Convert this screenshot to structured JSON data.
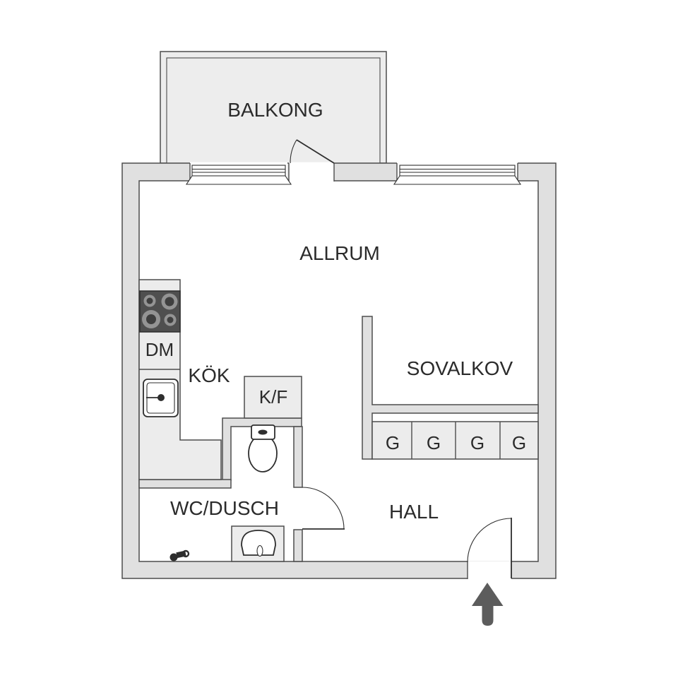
{
  "rooms": {
    "balcony": {
      "label": "BALKONG"
    },
    "living_room": {
      "label": "ALLRUM"
    },
    "kitchen": {
      "label": "KÖK"
    },
    "sleeping_alcove": {
      "label": "SOVALKOV"
    },
    "bathroom": {
      "label": "WC/DUSCH"
    },
    "hall": {
      "label": "HALL"
    }
  },
  "fixtures": {
    "dishwasher": {
      "label": "DM"
    },
    "fridge_freezer": {
      "label": "K/F"
    },
    "wardrobes": {
      "units": [
        {
          "label": "G"
        },
        {
          "label": "G"
        },
        {
          "label": "G"
        },
        {
          "label": "G"
        }
      ]
    }
  },
  "icons": [
    "stove-icon",
    "sink-icon",
    "toilet-icon",
    "washbasin-icon",
    "shower-mixer-icon",
    "window-icon",
    "door-swing-icon",
    "entrance-arrow-icon"
  ],
  "colors": {
    "wall_fill": "#e0e0e0",
    "balcony_fill": "#ededed",
    "furniture_fill": "#ececec",
    "floor": "#ffffff",
    "line": "#4d4d4d",
    "fixture_line": "#2e2e2e",
    "stove_fill": "#4f4f4f",
    "burner_ring": "#949494",
    "burner_center": "#3f3f3f",
    "arrow": "#5c5c5c",
    "text": "#2b2b2b"
  }
}
